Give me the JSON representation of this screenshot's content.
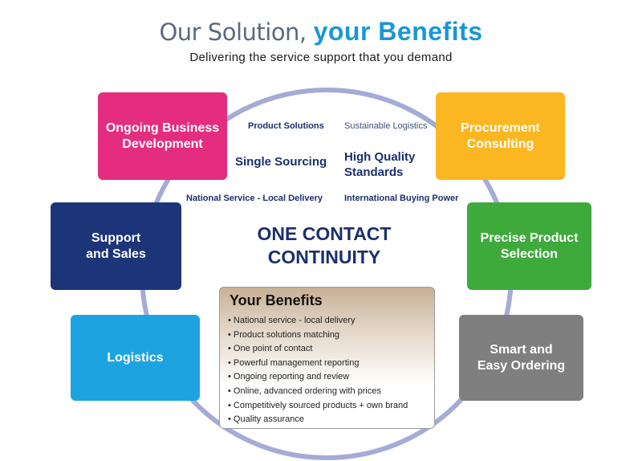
{
  "title": {
    "part1": "Our Solution,",
    "part2": "your Benefits"
  },
  "subtitle": "Delivering the service support that you demand",
  "boxes": {
    "ongoing": "Ongoing Business\nDevelopment",
    "support": "Support\nand Sales",
    "logistics": "Logistics",
    "procurement": "Procurement\nConsulting",
    "precise": "Precise Product\nSelection",
    "smart": "Smart and\nEasy Ordering"
  },
  "labels": {
    "product_solutions": "Product Solutions",
    "sustainable": "Sustainable Logistics",
    "single_sourcing": "Single Sourcing",
    "high_quality": "High Quality\nStandards",
    "national": "National Service - Local Delivery",
    "international": "International Buying Power"
  },
  "core": "ONE CONTACT\nCONTINUITY",
  "benefits": {
    "heading": "Your Benefits",
    "items": [
      "National service - local delivery",
      "Product solutions matching",
      "One point of contact",
      "Powerful management reporting",
      "Ongoing reporting and review",
      "Online, advanced ordering with prices",
      "Competitively sourced products + own brand",
      "Quality assurance"
    ]
  },
  "colors": {
    "ring": "#a5abd6",
    "ongoing": "#e42d7f",
    "support": "#1c3578",
    "logistics": "#1da4e0",
    "procurement": "#fbb722",
    "precise": "#3eaa3c",
    "smart": "#7f7f7f"
  }
}
